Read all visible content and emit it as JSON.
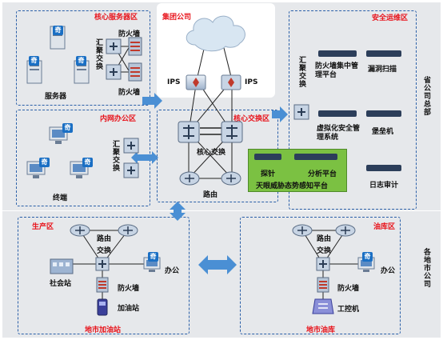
{
  "zones": {
    "core_server": "核心服务器区",
    "group": "集团公司",
    "security_ops": "安全运维区",
    "intranet_office": "内网办公区",
    "core_switch": "核心交换区",
    "production": "生产区",
    "oil_depot": "油库区",
    "city_gas_station": "地市加油站",
    "city_oil_depot": "地市油库"
  },
  "side_labels": {
    "provincial_hq": "省公司总部",
    "city_company": "各地市公司"
  },
  "labels": {
    "firewall_1": "防火墙",
    "aggregation_switch_1": "汇聚交换",
    "firewall_2": "防火墙",
    "server": "服务器",
    "ips_left": "IPS",
    "ips_right": "IPS",
    "aggregation_switch_sec": "汇聚交换",
    "fw_mgmt_platform": "防火墙集中管理平台",
    "vuln_scan": "漏洞扫描",
    "virtualization_mgmt": "虚拟化安全管理系统",
    "bastion": "堡垒机",
    "log_audit": "日志审计",
    "aggregation_switch_office": "汇聚交换",
    "terminal": "终端",
    "core_switch_device": "核心交换",
    "router": "路由",
    "probe": "探针",
    "analysis_platform": "分析平台",
    "tianyan": "天眼威胁态势感知平台",
    "prod_router": "路由",
    "prod_switch": "交换",
    "prod_office": "办公",
    "social_station": "社会站",
    "prod_firewall": "防火墙",
    "gas_station": "加油站",
    "depot_router": "路由",
    "depot_switch": "交换",
    "depot_office": "办公",
    "depot_firewall": "防火墙",
    "ics_computer": "工控机"
  },
  "badge_char": "奇",
  "colors": {
    "dashed_border": "#2a5fa8",
    "zone_title": "#e8141c",
    "panel_bg": "#e6e8eb",
    "arrow": "#4a8fd4",
    "tianyan_green": "#7bc142"
  }
}
